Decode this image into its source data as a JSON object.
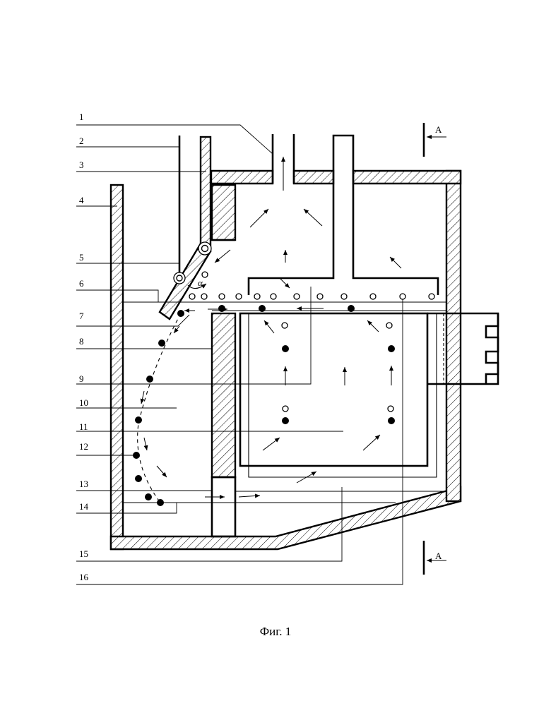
{
  "caption": "Фиг. 1",
  "section_mark": "А",
  "alpha_symbol": "α",
  "callouts": [
    {
      "n": "1"
    },
    {
      "n": "2"
    },
    {
      "n": "3"
    },
    {
      "n": "4"
    },
    {
      "n": "5"
    },
    {
      "n": "6"
    },
    {
      "n": "7"
    },
    {
      "n": "8"
    },
    {
      "n": "9"
    },
    {
      "n": "10"
    },
    {
      "n": "11"
    },
    {
      "n": "12"
    },
    {
      "n": "13"
    },
    {
      "n": "14"
    },
    {
      "n": "15"
    },
    {
      "n": "16"
    }
  ]
}
